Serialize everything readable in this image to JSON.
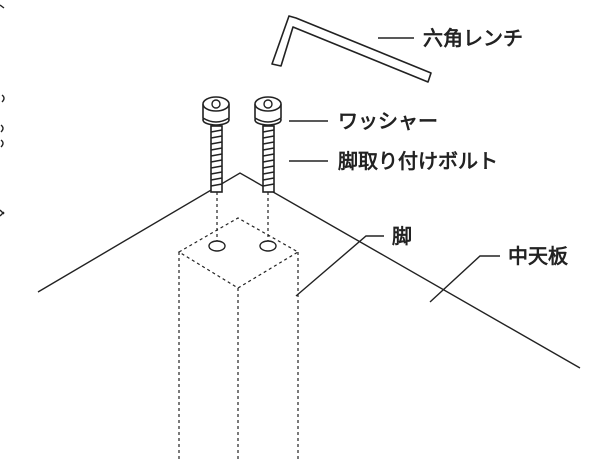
{
  "labels": {
    "wrench": "六角レンチ",
    "washer": "ワッシャー",
    "bolt": "脚取り付けボルト",
    "leg": "脚",
    "tabletop": "中天板"
  }
}
